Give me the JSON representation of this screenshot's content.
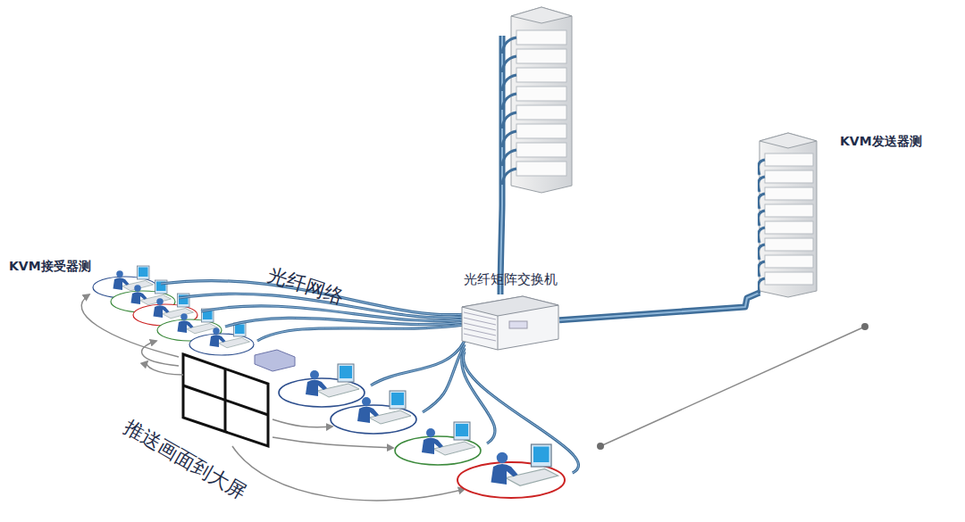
{
  "diagram": {
    "nodes": [
      {
        "text": [
          "KVM发送器测"
        ]
      },
      {
        "text": [
          "光纤矩阵交换机"
        ]
      }
    ],
    "edges": [
      {
        "from": 0,
        "to": 1,
        "arrow": "none"
      }
    ],
    "labels": [
      "KVM接受器测",
      "光纤网络",
      "推送画面到大屏"
    ]
  }
}
